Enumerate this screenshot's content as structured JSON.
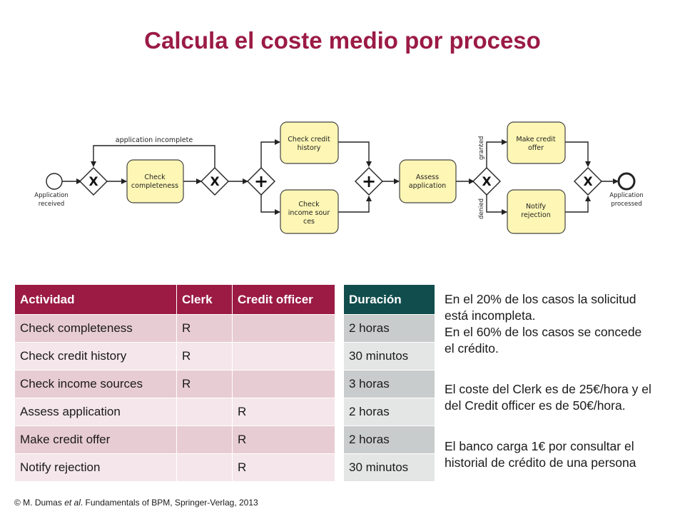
{
  "title": "Calcula el coste medio por proceso",
  "diagram": {
    "start_event": [
      "Application",
      "received"
    ],
    "end_event": [
      "Application",
      "processed"
    ],
    "loop_label": "application incomplete",
    "tasks": {
      "check_completeness": [
        "Check",
        "completeness"
      ],
      "check_credit_history": [
        "Check credit",
        "history"
      ],
      "check_income_sources": [
        "Check",
        "income sour",
        "ces"
      ],
      "assess_application": [
        "Assess",
        "application"
      ],
      "make_credit_offer": [
        "Make credit",
        "offer"
      ],
      "notify_rejection": [
        "Notify",
        "rejection"
      ]
    },
    "gateway_xor": "X",
    "gateway_and": "+",
    "flow_granted": "granted",
    "flow_denied": "denied"
  },
  "raci_table": {
    "headers": [
      "Actividad",
      "Clerk",
      "Credit officer"
    ],
    "rows": [
      [
        "Check completeness",
        "R",
        ""
      ],
      [
        "Check credit history",
        "R",
        ""
      ],
      [
        "Check income sources",
        "R",
        ""
      ],
      [
        "Assess application",
        "",
        "R"
      ],
      [
        "Make credit offer",
        "",
        "R"
      ],
      [
        "Notify rejection",
        "",
        "R"
      ]
    ]
  },
  "duration_table": {
    "header": "Duración",
    "rows": [
      "2 horas",
      "30 minutos",
      "3 horas",
      "2 horas",
      "2 horas",
      "30 minutos"
    ]
  },
  "notes": {
    "p1_line1": "En el 20% de los casos la solicitud",
    "p1_line2": "está incompleta.",
    "p1_line3": "En el 60% de los casos se concede",
    "p1_line4": "el crédito.",
    "p2_line1": "El coste del Clerk es de 25€/hora y el",
    "p2_line2": "del Credit officer es de 50€/hora.",
    "p3_line1": "El banco carga 1€ por consultar el",
    "p3_line2": "historial de crédito de una persona"
  },
  "footer": {
    "prefix": "© M. Dumas ",
    "et_al": "et al",
    "suffix": ". Fundamentals of BPM, Springer-Verlag,  2013"
  },
  "colors": {
    "title": "#9b1b45",
    "task_fill": "#fdf6b4",
    "raci_header": "#9b1b45",
    "duration_header": "#114d4d"
  }
}
